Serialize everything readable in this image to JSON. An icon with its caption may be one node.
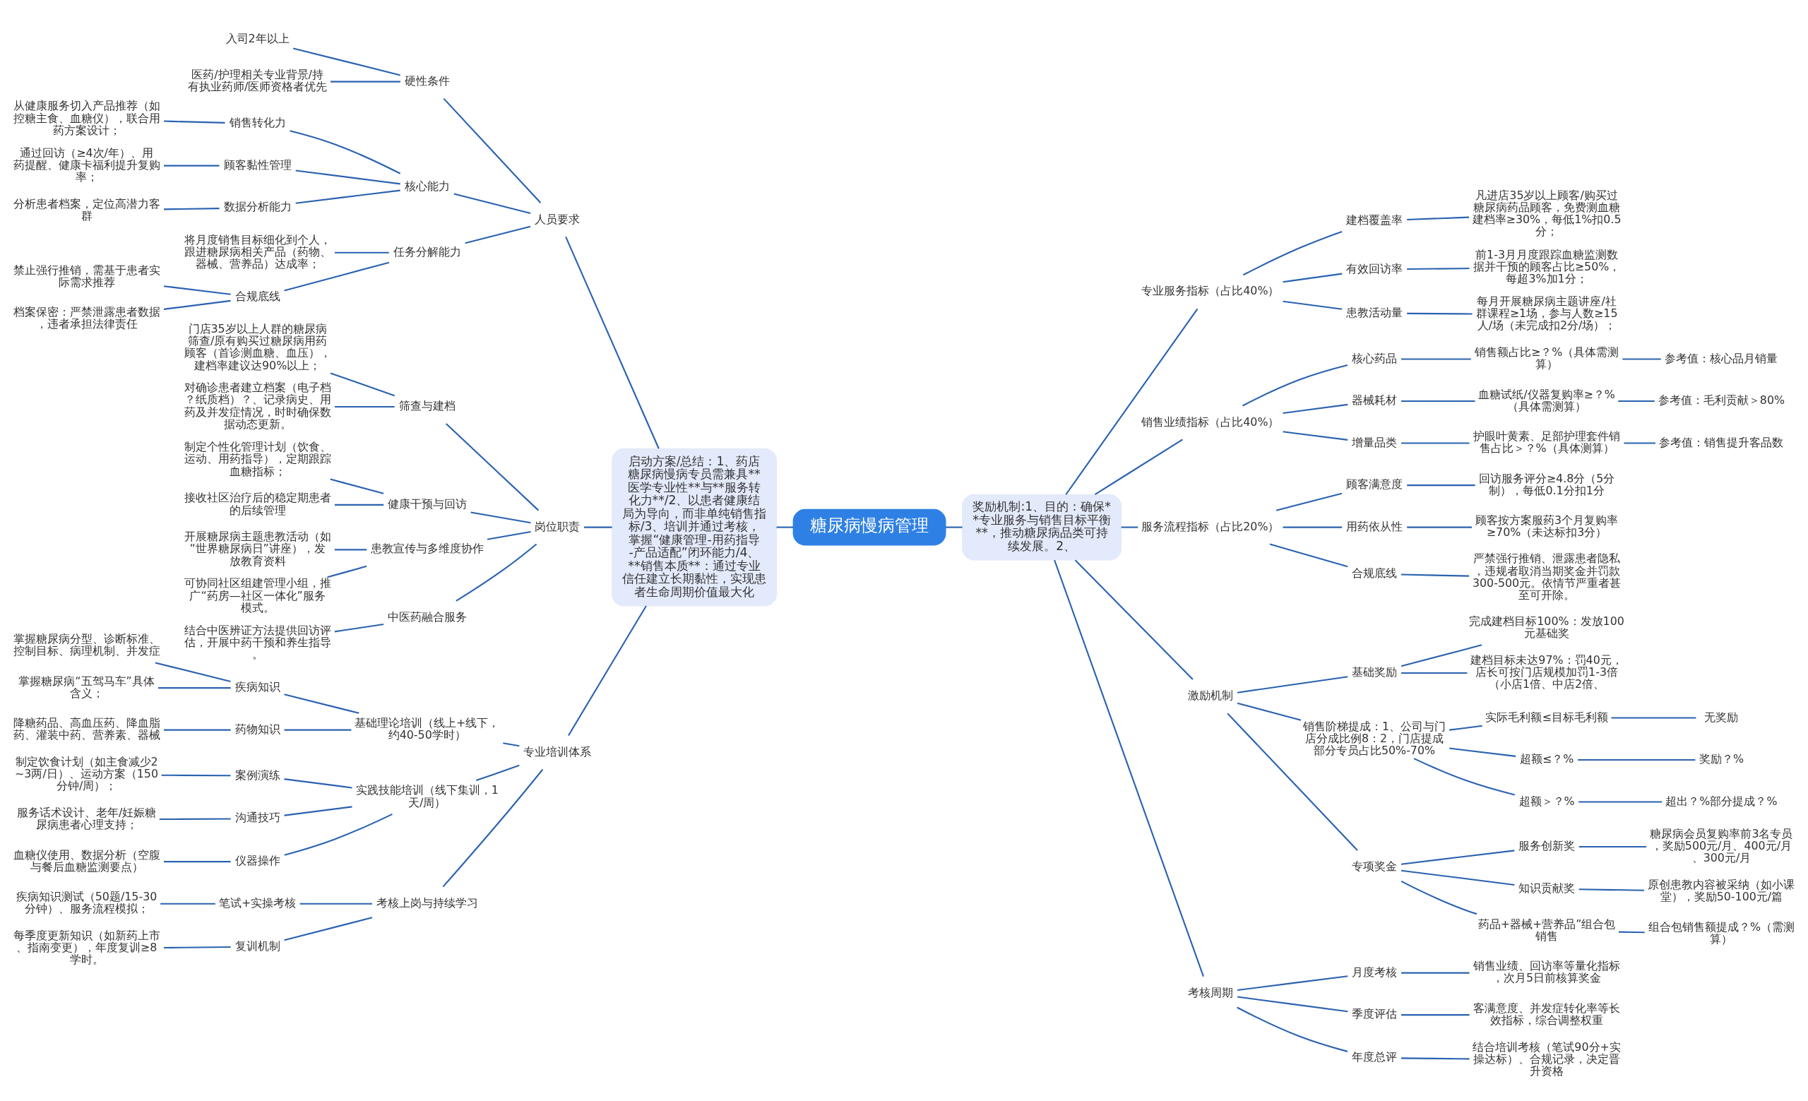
{
  "diagram": {
    "nodes": [
      {
        "text": [
          "糖尿病慢病管理"
        ]
      },
      {
        "text": [
          "启动方案/总结：1、药店糖尿病慢病专员需兼具**医学专业性**与**服务转化力**/2、以患者健康结局为导向，而非单纯销售指标/3、培训并通过考核，掌握“健康管理-用药指导-产品适配”闭环能力/4、 **销售本质**：通过专业信任建立长期黏性，实现患者生命周期价值最大化"
        ]
      },
      {
        "text": [
          "人员要求"
        ]
      },
      {
        "text": [
          "硬性条件"
        ]
      },
      {
        "text": [
          "入司2年以上"
        ]
      },
      {
        "text": [
          "医药/护理相关专业背景/持有执业药师/医师资格者优先"
        ]
      },
      {
        "text": [
          "核心能力"
        ]
      },
      {
        "text": [
          "销售转化力"
        ]
      },
      {
        "text": [
          "从健康服务切入产品推荐（如控糖主食、血糖仪），联合用药方案设计；"
        ]
      },
      {
        "text": [
          "顾客黏性管理"
        ]
      },
      {
        "text": [
          "通过回访（≥4次/年）、用药提醒、健康卡福利提升复购率；"
        ]
      },
      {
        "text": [
          "数据分析能力"
        ]
      },
      {
        "text": [
          "分析患者档案，定位高潜力客群"
        ]
      },
      {
        "text": [
          "任务分解能力"
        ]
      },
      {
        "text": [
          "将月度销售目标细化到个人，跟进糖尿病相关产品（药物、器械、营养品）达成率；"
        ]
      },
      {
        "text": [
          "合规底线"
        ]
      },
      {
        "text": [
          "禁止强行推销，需基于患者实际需求推荐"
        ]
      },
      {
        "text": [
          "档案保密：严禁泄露患者数据，违者承担法律责任"
        ]
      },
      {
        "text": [
          "岗位职责"
        ]
      },
      {
        "text": [
          "筛查与建档"
        ]
      },
      {
        "text": [
          "门店35岁以上人群的糖尿病筛查/原有购买过糖尿病用药顾客（首诊测血糖、血压），建档率建议达90%以上；"
        ]
      },
      {
        "text": [
          "对确诊患者建立档案（电子档？纸质档）？、记录病史、用药及并发症情况，时时确保数据动态更新。"
        ]
      },
      {
        "text": [
          "健康干预与回访"
        ]
      },
      {
        "text": [
          "制定个性化管理计划（饮食、运动、用药指导），定期跟踪血糖指标；"
        ]
      },
      {
        "text": [
          "接收社区治疗后的稳定期患者的后续管理"
        ]
      },
      {
        "text": [
          "患教宣传与多维度协作"
        ]
      },
      {
        "text": [
          "开展糖尿病主题患教活动（如“世界糖尿病日”讲座），发放教育资料"
        ]
      },
      {
        "text": [
          "可协同社区组建管理小组，推广“药房—社区一体化”服务模式。"
        ]
      },
      {
        "text": [
          "中医药融合服务"
        ]
      },
      {
        "text": [
          "结合中医辨证方法提供回访评估，开展中药干预和养生指导。"
        ]
      },
      {
        "text": [
          "专业培训体系"
        ]
      },
      {
        "text": [
          "基础理论培训（线上+线下，约40-50学时）"
        ]
      },
      {
        "text": [
          "疾病知识"
        ]
      },
      {
        "text": [
          "掌握糖尿病分型、诊断标准、控制目标、病理机制、并发症"
        ]
      },
      {
        "text": [
          "掌握糖尿病“五驾马车”具体含义；"
        ]
      },
      {
        "text": [
          "药物知识"
        ]
      },
      {
        "text": [
          "降糖药品、高血压药、降血脂药、灌装中药、营养素、器械"
        ]
      },
      {
        "text": [
          "实践技能培训（线下集训，1天/周）"
        ]
      },
      {
        "text": [
          "案例演练"
        ]
      },
      {
        "text": [
          "制定饮食计划（如主食减少2~3两/日）、运动方案（150分钟/周）；"
        ]
      },
      {
        "text": [
          "沟通技巧"
        ]
      },
      {
        "text": [
          "服务话术设计、老年/妊娠糖尿病患者心理支持；"
        ]
      },
      {
        "text": [
          "仪器操作"
        ]
      },
      {
        "text": [
          "血糖仪使用、数据分析（空腹与餐后血糖监测要点）"
        ]
      },
      {
        "text": [
          "考核上岗与持续学习"
        ]
      },
      {
        "text": [
          "笔试+实操考核"
        ]
      },
      {
        "text": [
          "疾病知识测试（50题/15-30分钟）、服务流程模拟；"
        ]
      },
      {
        "text": [
          "复训机制"
        ]
      },
      {
        "text": [
          "每季度更新知识（如新药上市、指南变更），年度复训≥8学时。"
        ]
      },
      {
        "text": [
          "奖励机制:1、目的：确保**专业服务与销售目标平衡**，推动糖尿病品类可持续发展。2、"
        ]
      },
      {
        "text": [
          "专业服务指标（占比40%）"
        ]
      },
      {
        "text": [
          "建档覆盖率"
        ]
      },
      {
        "text": [
          "凡进店35岁以上顾客/购买过糖尿病药品顾客，免费测血糖建档率≥30%，每低1%扣0.5分；"
        ]
      },
      {
        "text": [
          "有效回访率"
        ]
      },
      {
        "text": [
          "前1-3月月度跟踪血糖监测数据并干预的顾客占比≥50%，每超3%加1分；"
        ]
      },
      {
        "text": [
          "患教活动量"
        ]
      },
      {
        "text": [
          "每月开展糖尿病主题讲座/社群课程≥1场，参与人数≥15人/场（未完成扣2分/场）；"
        ]
      },
      {
        "text": [
          "销售业绩指标（占比40%）"
        ]
      },
      {
        "text": [
          "核心药品"
        ]
      },
      {
        "text": [
          "销售额占比≥？%（具体需测算）"
        ]
      },
      {
        "text": [
          "参考值：核心品月销量"
        ]
      },
      {
        "text": [
          "器械耗材"
        ]
      },
      {
        "text": [
          "血糖试纸/仪器复购率≥？%（具体需测算）"
        ]
      },
      {
        "text": [
          "参考值：毛利贡献＞80%"
        ]
      },
      {
        "text": [
          "增量品类"
        ]
      },
      {
        "text": [
          "护眼叶黄素、足部护理套件销售占比＞？%（具体测算）"
        ]
      },
      {
        "text": [
          "参考值：销售提升客品数"
        ]
      },
      {
        "text": [
          "服务流程指标（占比20%）"
        ]
      },
      {
        "text": [
          "顾客满意度"
        ]
      },
      {
        "text": [
          "回访服务评分≥4.8分（5分制），每低0.1分扣1分"
        ]
      },
      {
        "text": [
          "用药依从性"
        ]
      },
      {
        "text": [
          "顾客按方案服药3个月复购率≥70%（未达标扣3分）"
        ]
      },
      {
        "text": [
          "合规底线"
        ]
      },
      {
        "text": [
          "严禁强行推销、泄露患者隐私，违规者取消当期奖金并罚款300-500元。依情节严重者甚至可开除。"
        ]
      },
      {
        "text": [
          "激励机制"
        ]
      },
      {
        "text": [
          "基础奖励"
        ]
      },
      {
        "text": [
          "完成建档目标100%：发放100元基础奖"
        ]
      },
      {
        "text": [
          "建档目标未达97%：罚40元，店长可按门店规模加罚1-3倍（小店1倍、中店2倍、"
        ]
      },
      {
        "text": [
          "销售阶梯提成：1、公司与门店分成比例8：2，门店提成部分专员占比50%-70%"
        ]
      },
      {
        "text": [
          "实际毛利额≤目标毛利额"
        ]
      },
      {
        "text": [
          "无奖励"
        ]
      },
      {
        "text": [
          "超额≤？%"
        ]
      },
      {
        "text": [
          "奖励？%"
        ]
      },
      {
        "text": [
          "超额＞？%"
        ]
      },
      {
        "text": [
          "超出？%部分提成？%"
        ]
      },
      {
        "text": [
          "专项奖金"
        ]
      },
      {
        "text": [
          "服务创新奖"
        ]
      },
      {
        "text": [
          "糖尿病会员复购率前3名专员，奖励500元/月、400元/月、300元/月"
        ]
      },
      {
        "text": [
          "知识贡献奖"
        ]
      },
      {
        "text": [
          "原创患教内容被采纳（如小课堂），奖励50-100元/篇"
        ]
      },
      {
        "text": [
          "药品+器械+营养品”组合包销售"
        ]
      },
      {
        "text": [
          "组合包销售额提成？%（需测算）"
        ]
      },
      {
        "text": [
          "考核周期"
        ]
      },
      {
        "text": [
          "月度考核"
        ]
      },
      {
        "text": [
          "销售业绩、回访率等量化指标，次月5日前核算奖金"
        ]
      },
      {
        "text": [
          "季度评估"
        ]
      },
      {
        "text": [
          "客满意度、并发症转化率等长效指标，综合调整权重"
        ]
      },
      {
        "text": [
          "年度总评"
        ]
      },
      {
        "text": [
          "结合培训考核（笔试90分+实操达标）、合规记录，决定晋升资格"
        ]
      }
    ],
    "edges": [
      {
        "from": 1,
        "to": 0,
        "arrow": "none"
      },
      {
        "from": 2,
        "to": 1,
        "arrow": "none"
      },
      {
        "from": 3,
        "to": 2,
        "arrow": "none"
      },
      {
        "from": 4,
        "to": 3,
        "arrow": "none"
      },
      {
        "from": 5,
        "to": 3,
        "arrow": "none"
      },
      {
        "from": 6,
        "to": 2,
        "arrow": "none"
      },
      {
        "from": 7,
        "to": 6,
        "arrow": "none"
      },
      {
        "from": 8,
        "to": 7,
        "arrow": "none"
      },
      {
        "from": 9,
        "to": 6,
        "arrow": "none"
      },
      {
        "from": 10,
        "to": 9,
        "arrow": "none"
      },
      {
        "from": 11,
        "to": 6,
        "arrow": "none"
      },
      {
        "from": 12,
        "to": 11,
        "arrow": "none"
      },
      {
        "from": 13,
        "to": 2,
        "arrow": "none"
      },
      {
        "from": 14,
        "to": 13,
        "arrow": "none"
      },
      {
        "from": 15,
        "to": 13,
        "arrow": "none"
      },
      {
        "from": 16,
        "to": 15,
        "arrow": "none"
      },
      {
        "from": 17,
        "to": 15,
        "arrow": "none"
      },
      {
        "from": 18,
        "to": 1,
        "arrow": "none"
      },
      {
        "from": 19,
        "to": 18,
        "arrow": "none"
      },
      {
        "from": 20,
        "to": 19,
        "arrow": "none"
      },
      {
        "from": 21,
        "to": 19,
        "arrow": "none"
      },
      {
        "from": 22,
        "to": 18,
        "arrow": "none"
      },
      {
        "from": 23,
        "to": 22,
        "arrow": "none"
      },
      {
        "from": 24,
        "to": 22,
        "arrow": "none"
      },
      {
        "from": 25,
        "to": 18,
        "arrow": "none"
      },
      {
        "from": 26,
        "to": 25,
        "arrow": "none"
      },
      {
        "from": 27,
        "to": 25,
        "arrow": "none"
      },
      {
        "from": 28,
        "to": 18,
        "arrow": "none"
      },
      {
        "from": 29,
        "to": 28,
        "arrow": "none"
      },
      {
        "from": 30,
        "to": 1,
        "arrow": "none"
      },
      {
        "from": 31,
        "to": 30,
        "arrow": "none"
      },
      {
        "from": 32,
        "to": 31,
        "arrow": "none"
      },
      {
        "from": 33,
        "to": 32,
        "arrow": "none"
      },
      {
        "from": 34,
        "to": 32,
        "arrow": "none"
      },
      {
        "from": 35,
        "to": 31,
        "arrow": "none"
      },
      {
        "from": 36,
        "to": 35,
        "arrow": "none"
      },
      {
        "from": 37,
        "to": 30,
        "arrow": "none"
      },
      {
        "from": 38,
        "to": 37,
        "arrow": "none"
      },
      {
        "from": 39,
        "to": 38,
        "arrow": "none"
      },
      {
        "from": 40,
        "to": 37,
        "arrow": "none"
      },
      {
        "from": 41,
        "to": 40,
        "arrow": "none"
      },
      {
        "from": 42,
        "to": 37,
        "arrow": "none"
      },
      {
        "from": 43,
        "to": 42,
        "arrow": "none"
      },
      {
        "from": 44,
        "to": 30,
        "arrow": "none"
      },
      {
        "from": 45,
        "to": 44,
        "arrow": "none"
      },
      {
        "from": 46,
        "to": 45,
        "arrow": "none"
      },
      {
        "from": 47,
        "to": 44,
        "arrow": "none"
      },
      {
        "from": 48,
        "to": 47,
        "arrow": "none"
      },
      {
        "from": 0,
        "to": 49,
        "arrow": "none"
      },
      {
        "from": 49,
        "to": 50,
        "arrow": "none"
      },
      {
        "from": 50,
        "to": 51,
        "arrow": "none"
      },
      {
        "from": 51,
        "to": 52,
        "arrow": "none"
      },
      {
        "from": 50,
        "to": 53,
        "arrow": "none"
      },
      {
        "from": 53,
        "to": 54,
        "arrow": "none"
      },
      {
        "from": 50,
        "to": 55,
        "arrow": "none"
      },
      {
        "from": 55,
        "to": 56,
        "arrow": "none"
      },
      {
        "from": 49,
        "to": 57,
        "arrow": "none"
      },
      {
        "from": 57,
        "to": 58,
        "arrow": "none"
      },
      {
        "from": 58,
        "to": 59,
        "arrow": "none"
      },
      {
        "from": 59,
        "to": 60,
        "arrow": "none"
      },
      {
        "from": 57,
        "to": 61,
        "arrow": "none"
      },
      {
        "from": 61,
        "to": 62,
        "arrow": "none"
      },
      {
        "from": 62,
        "to": 63,
        "arrow": "none"
      },
      {
        "from": 57,
        "to": 64,
        "arrow": "none"
      },
      {
        "from": 64,
        "to": 65,
        "arrow": "none"
      },
      {
        "from": 65,
        "to": 66,
        "arrow": "none"
      },
      {
        "from": 49,
        "to": 67,
        "arrow": "none"
      },
      {
        "from": 67,
        "to": 68,
        "arrow": "none"
      },
      {
        "from": 68,
        "to": 69,
        "arrow": "none"
      },
      {
        "from": 67,
        "to": 70,
        "arrow": "none"
      },
      {
        "from": 70,
        "to": 71,
        "arrow": "none"
      },
      {
        "from": 67,
        "to": 72,
        "arrow": "none"
      },
      {
        "from": 72,
        "to": 73,
        "arrow": "none"
      },
      {
        "from": 49,
        "to": 74,
        "arrow": "none"
      },
      {
        "from": 74,
        "to": 75,
        "arrow": "none"
      },
      {
        "from": 75,
        "to": 76,
        "arrow": "none"
      },
      {
        "from": 75,
        "to": 77,
        "arrow": "none"
      },
      {
        "from": 74,
        "to": 78,
        "arrow": "none"
      },
      {
        "from": 78,
        "to": 79,
        "arrow": "none"
      },
      {
        "from": 79,
        "to": 80,
        "arrow": "none"
      },
      {
        "from": 78,
        "to": 81,
        "arrow": "none"
      },
      {
        "from": 81,
        "to": 82,
        "arrow": "none"
      },
      {
        "from": 78,
        "to": 83,
        "arrow": "none"
      },
      {
        "from": 83,
        "to": 84,
        "arrow": "none"
      },
      {
        "from": 74,
        "to": 85,
        "arrow": "none"
      },
      {
        "from": 85,
        "to": 86,
        "arrow": "none"
      },
      {
        "from": 86,
        "to": 87,
        "arrow": "none"
      },
      {
        "from": 85,
        "to": 88,
        "arrow": "none"
      },
      {
        "from": 88,
        "to": 89,
        "arrow": "none"
      },
      {
        "from": 85,
        "to": 90,
        "arrow": "none"
      },
      {
        "from": 90,
        "to": 91,
        "arrow": "none"
      },
      {
        "from": 49,
        "to": 92,
        "arrow": "none"
      },
      {
        "from": 92,
        "to": 93,
        "arrow": "none"
      },
      {
        "from": 93,
        "to": 94,
        "arrow": "none"
      },
      {
        "from": 92,
        "to": 95,
        "arrow": "none"
      },
      {
        "from": 95,
        "to": 96,
        "arrow": "none"
      },
      {
        "from": 92,
        "to": 97,
        "arrow": "none"
      },
      {
        "from": 97,
        "to": 98,
        "arrow": "none"
      }
    ]
  }
}
